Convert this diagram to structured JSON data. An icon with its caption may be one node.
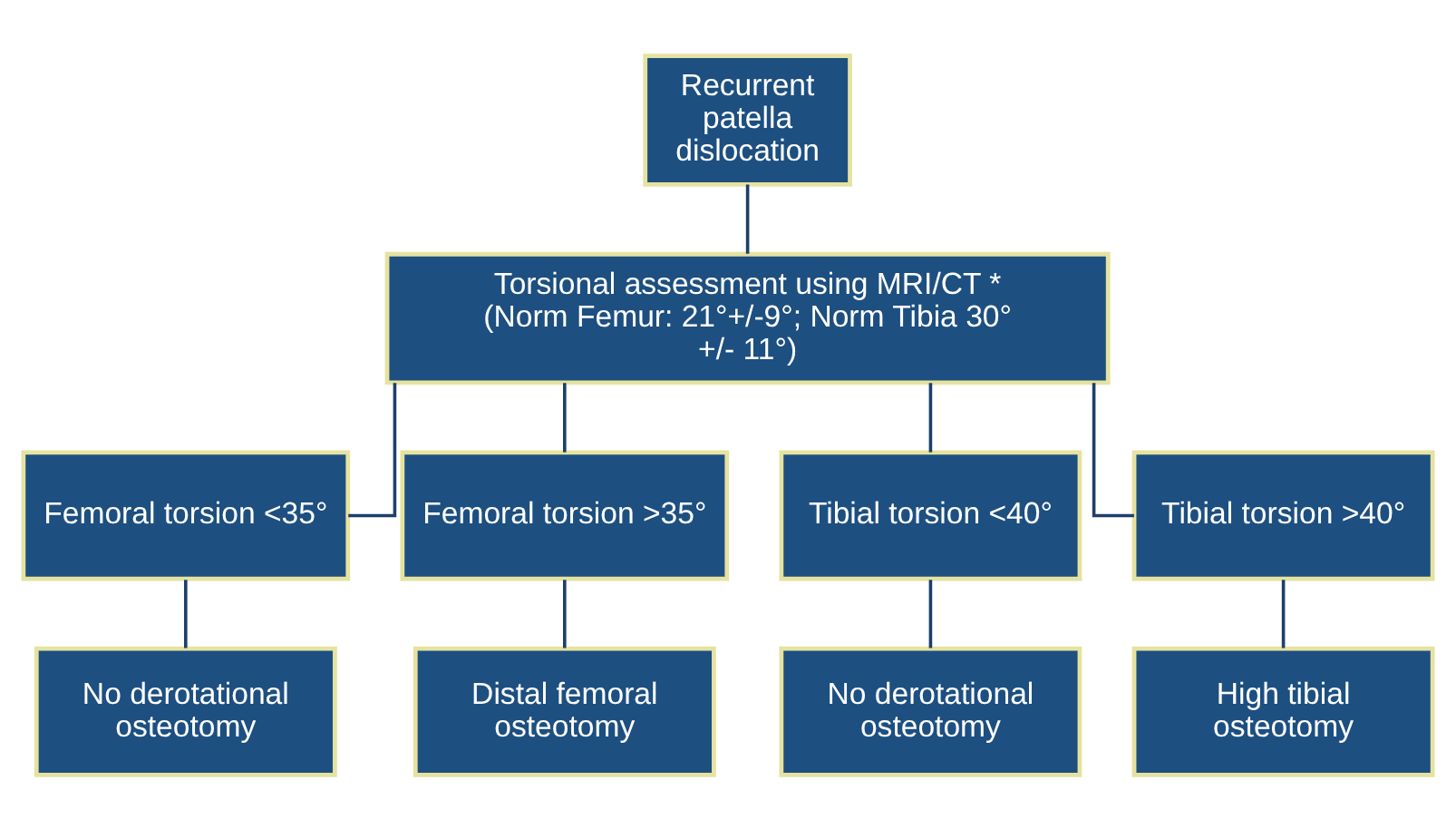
{
  "diagram": {
    "nodes": [
      {
        "text": [
          "Recurrent patella dislocation"
        ]
      },
      {
        "text": [
          "Torsional assessment using MRI/CT * (Norm Femur: 21°+/-9°; Norm Tibia 30° +/- 11°)"
        ]
      },
      {
        "text": [
          "Femoral torsion <35°"
        ]
      },
      {
        "text": [
          "Femoral torsion >35°"
        ]
      },
      {
        "text": [
          "Tibial torsion <40°"
        ]
      },
      {
        "text": [
          "Tibial torsion >40°"
        ]
      },
      {
        "text": [
          "No derotational osteotomy"
        ]
      },
      {
        "text": [
          "Distal femoral osteotomy"
        ]
      },
      {
        "text": [
          "No derotational osteotomy"
        ]
      },
      {
        "text": [
          "High tibial osteotomy"
        ]
      }
    ],
    "edges": [
      {
        "from": 0,
        "to": 1,
        "arrow": "none"
      },
      {
        "from": 1,
        "to": 2,
        "arrow": "none"
      },
      {
        "from": 1,
        "to": 3,
        "arrow": "none"
      },
      {
        "from": 1,
        "to": 4,
        "arrow": "none"
      },
      {
        "from": 1,
        "to": 5,
        "arrow": "none"
      },
      {
        "from": 2,
        "to": 6,
        "arrow": "none"
      },
      {
        "from": 3,
        "to": 7,
        "arrow": "none"
      },
      {
        "from": 4,
        "to": 8,
        "arrow": "none"
      },
      {
        "from": 5,
        "to": 9,
        "arrow": "none"
      }
    ]
  }
}
